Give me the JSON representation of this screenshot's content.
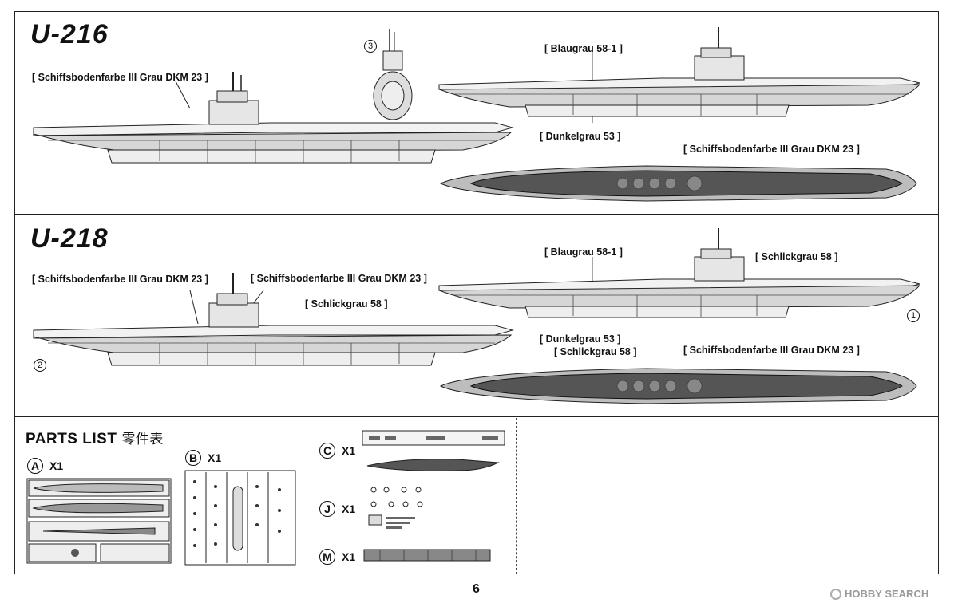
{
  "sections": [
    {
      "title": "U-216",
      "labels": {
        "side_left": "[ Schiffsbodenfarbe III Grau DKM 23 ]",
        "side_right_top": "[ Blaugrau  58-1 ]",
        "side_right_bottom": "[ Dunkelgrau  53 ]",
        "deck": "[ Schiffsbodenfarbe III Grau DKM 23 ]"
      },
      "callout": "3"
    },
    {
      "title": "U-218",
      "labels": {
        "side_left_a": "[ Schiffsbodenfarbe III Grau DKM 23 ]",
        "side_left_b": "[ Schiffsbodenfarbe III Grau DKM 23 ]",
        "side_left_c": "[ Schlickgrau 58 ]",
        "side_right_top": "[ Blaugrau  58-1 ]",
        "side_right_tower": "[ Schlickgrau 58 ]",
        "side_right_bottom": "[ Dunkelgrau  53 ]",
        "deck_a": "[ Schlickgrau 58 ]",
        "deck_b": "[ Schiffsbodenfarbe III Grau DKM 23 ]"
      },
      "callouts": [
        "1",
        "2"
      ]
    }
  ],
  "parts_list": {
    "title": "PARTS  LIST",
    "title_cn": "零件表",
    "sprues": [
      {
        "letter": "A",
        "qty": "X1"
      },
      {
        "letter": "B",
        "qty": "X1"
      },
      {
        "letter": "C",
        "qty": "X1"
      },
      {
        "letter": "J",
        "qty": "X1"
      },
      {
        "letter": "M",
        "qty": "X1"
      }
    ]
  },
  "page_number": "6",
  "watermark": "HOBBY SEARCH"
}
